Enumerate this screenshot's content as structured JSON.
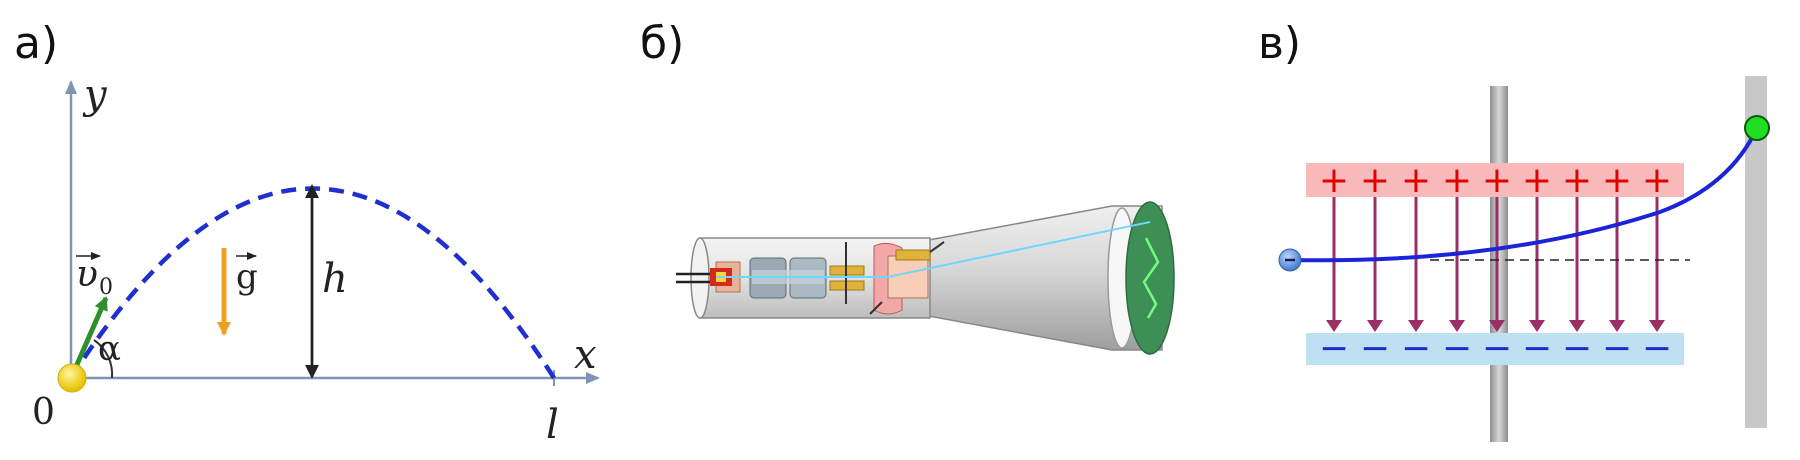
{
  "panels": {
    "a": {
      "label": "а)",
      "axis_y": "y",
      "axis_x": "x",
      "origin": "0",
      "range_label": "l",
      "height_label": "h",
      "angle_label": "α",
      "velocity_symbol": "υ",
      "velocity_subscript": "0",
      "gravity_label": "g"
    },
    "b": {
      "label": "б)"
    },
    "c": {
      "label": "в)",
      "plus_sign": "+",
      "minus_sign": "−"
    }
  },
  "colors": {
    "trajectory": "#1f2fd0",
    "axis": "#7f93b5",
    "velocity": "#2f8f2f",
    "gravity": "#f0a020",
    "positive_plate": "#f7b9b9",
    "negative_plate": "#bfe0f3",
    "field_arrow": "#9a2f68",
    "electron": "#5b8fd8",
    "hit_point": "#22dd22",
    "screen": "#3d8f55"
  }
}
